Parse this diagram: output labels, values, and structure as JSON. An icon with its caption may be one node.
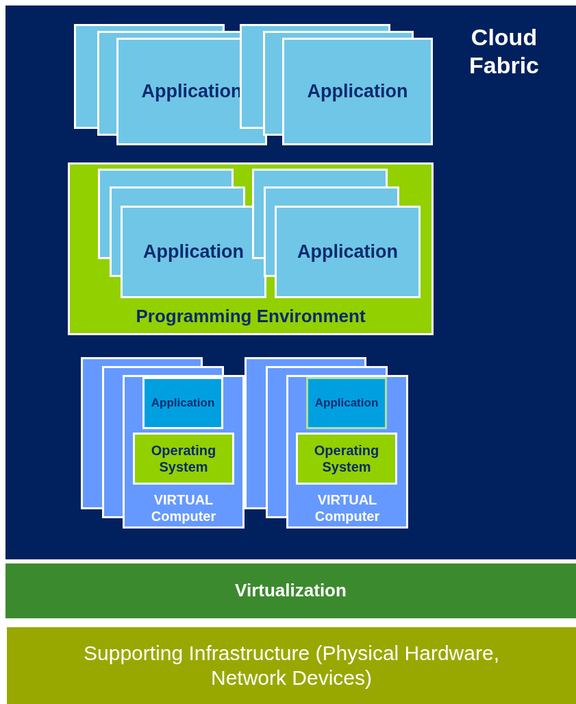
{
  "diagram": {
    "nodes": [
      {
        "text": [
          "Cloud Fabric"
        ]
      },
      {
        "text": [
          "Application"
        ],
        "in": 0
      },
      {
        "text": [
          "Application"
        ],
        "in": 0
      },
      {
        "text": [
          "Programming Environment"
        ],
        "in": 0
      },
      {
        "text": [
          "Application"
        ],
        "in": 3
      },
      {
        "text": [
          "Application"
        ],
        "in": 3
      },
      {
        "text": [
          "VIRTUAL Computer"
        ],
        "in": 0
      },
      {
        "text": [
          "Application"
        ],
        "in": 6
      },
      {
        "text": [
          "Operating System"
        ],
        "in": 6
      },
      {
        "text": [
          "VIRTUAL Computer"
        ],
        "in": 0
      },
      {
        "text": [
          "Application"
        ],
        "in": 9
      },
      {
        "text": [
          "Operating System"
        ],
        "in": 9
      },
      {
        "text": [
          "Virtualization"
        ]
      },
      {
        "text": [
          "Supporting Infrastructure (Physical Hardware, Network Devices)"
        ]
      }
    ],
    "edges": []
  }
}
